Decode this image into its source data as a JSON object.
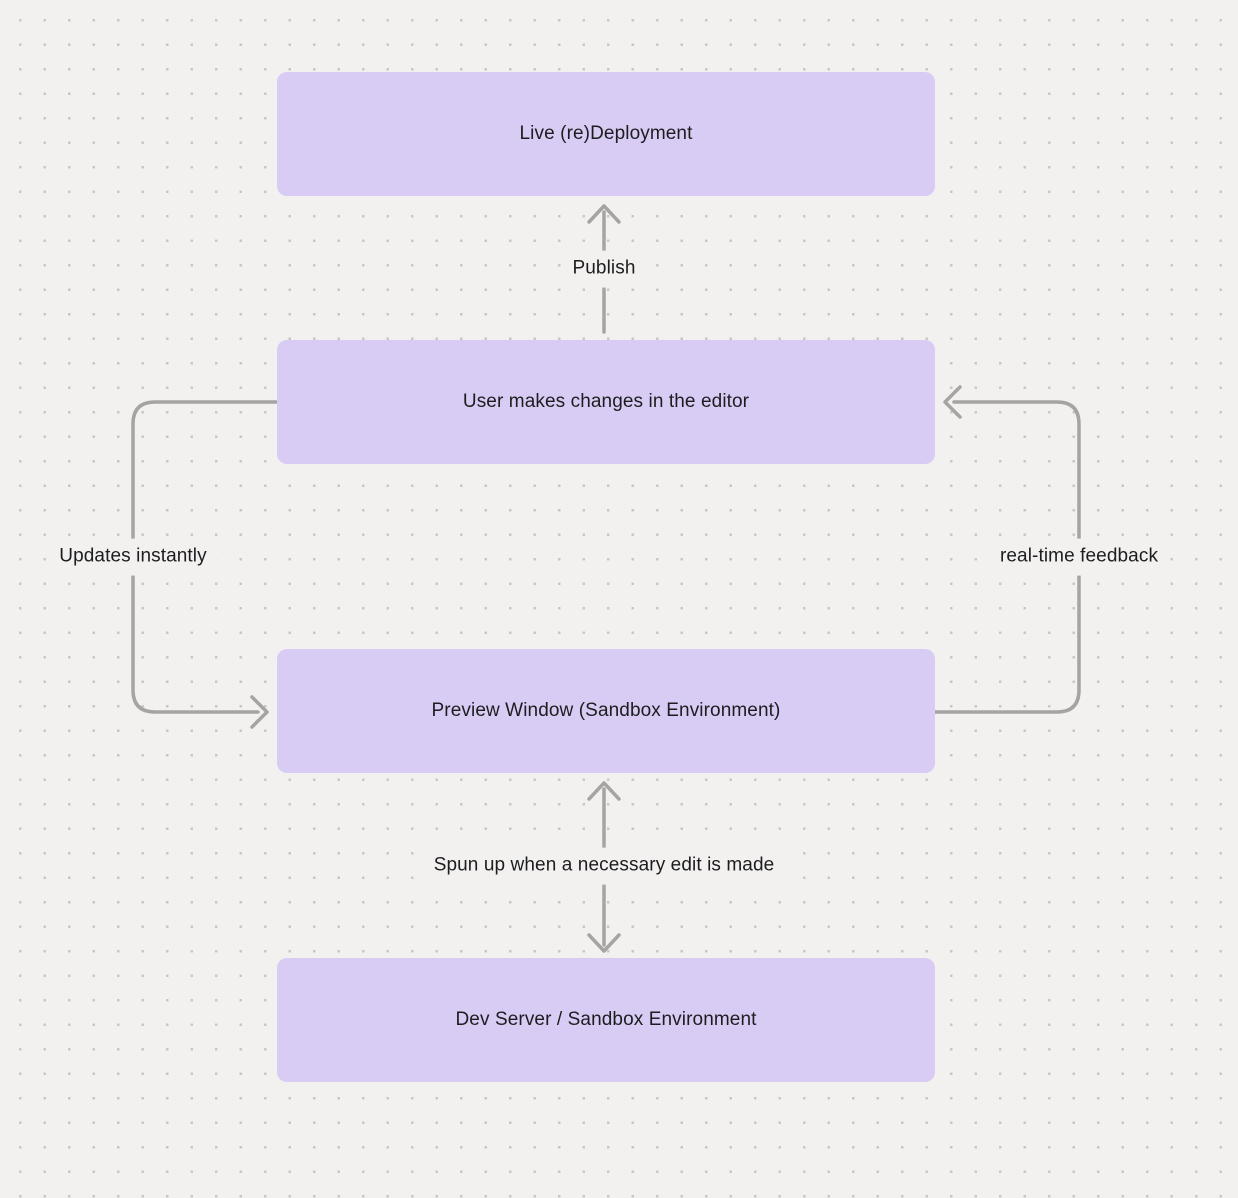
{
  "canvas": {
    "background_color": "#f2f1f0",
    "dot_color": "#c9c7c4"
  },
  "colors": {
    "node_fill": "#d8ccf5",
    "node_text": "#1d1d1f",
    "arrow": "#a5a4a2",
    "edge_label_text": "#1d1d1f"
  },
  "nodes": [
    {
      "id": "live-redeployment",
      "label": "Live (re)Deployment"
    },
    {
      "id": "user-editor",
      "label": "User makes changes in the editor"
    },
    {
      "id": "preview-window",
      "label": "Preview Window (Sandbox Environment)"
    },
    {
      "id": "dev-server",
      "label": "Dev Server / Sandbox Environment"
    }
  ],
  "edges": [
    {
      "id": "publish",
      "label": "Publish",
      "from": "user-editor",
      "to": "live-redeployment",
      "direction": "up"
    },
    {
      "id": "updates-instantly",
      "label": "Updates instantly",
      "from": "user-editor",
      "to": "preview-window",
      "direction": "left-loop"
    },
    {
      "id": "real-time-feedback",
      "label": "real-time feedback",
      "from": "preview-window",
      "to": "user-editor",
      "direction": "right-loop"
    },
    {
      "id": "spun-up",
      "label": "Spun up when a necessary edit is made",
      "from": "dev-server",
      "to": "preview-window",
      "bidirectional": true
    }
  ]
}
